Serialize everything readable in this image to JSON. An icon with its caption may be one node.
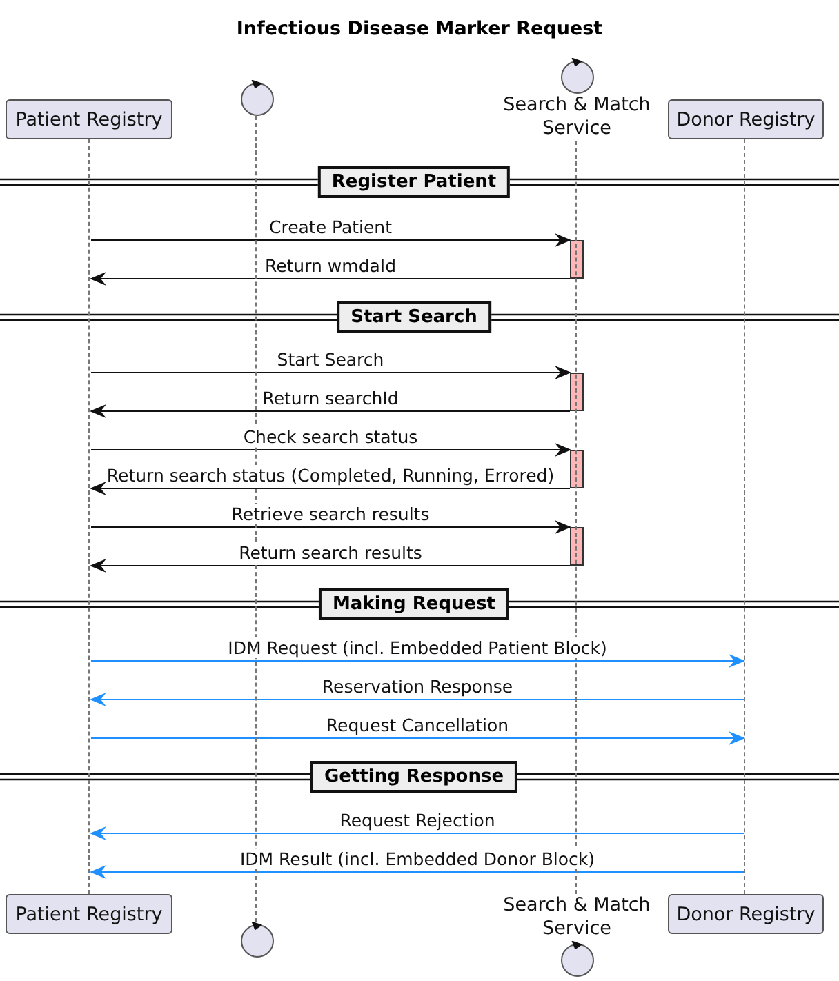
{
  "diagram": {
    "title": "Infectious Disease Marker Request",
    "nodes": [
      {
        "text": [
          "Patient Registry"
        ]
      },
      {
        "text": [],
        "shape": "circle"
      },
      {
        "text": [
          "Search & Match Service"
        ]
      },
      {
        "text": [
          "Donor Registry"
        ]
      },
      {
        "text": [
          "Patient Registry"
        ]
      },
      {
        "text": [],
        "shape": "circle"
      },
      {
        "text": [
          "Search & Match Service"
        ]
      },
      {
        "text": [
          "Donor Registry"
        ]
      },
      {
        "text": [],
        "shape": "bar"
      },
      {
        "text": [],
        "shape": "bar"
      },
      {
        "text": [],
        "shape": "bar"
      },
      {
        "text": [],
        "shape": "bar"
      },
      {
        "text": [],
        "shape": "line"
      },
      {
        "text": [],
        "shape": "line"
      },
      {
        "text": [],
        "shape": "line"
      },
      {
        "text": [],
        "shape": "line"
      }
    ],
    "edges": [
      {
        "from": 12,
        "to": 8,
        "arrow": "to",
        "label": "Create Patient"
      },
      {
        "from": 8,
        "to": 12,
        "arrow": "to",
        "label": "Return wmdaId"
      },
      {
        "from": 12,
        "to": 9,
        "arrow": "to",
        "label": "Start Search"
      },
      {
        "from": 9,
        "to": 12,
        "arrow": "to",
        "label": "Return searchId"
      },
      {
        "from": 12,
        "to": 10,
        "arrow": "to",
        "label": "Check search status"
      },
      {
        "from": 10,
        "to": 12,
        "arrow": "to",
        "label": "Return search status (Completed, Running, Errored)"
      },
      {
        "from": 12,
        "to": 11,
        "arrow": "to",
        "label": "Retrieve search results"
      },
      {
        "from": 11,
        "to": 12,
        "arrow": "to",
        "label": "Return search results"
      },
      {
        "from": 12,
        "to": 15,
        "arrow": "to",
        "label": "IDM Request (incl. Embedded Patient Block)",
        "color": "#1e90ff"
      },
      {
        "from": 15,
        "to": 12,
        "arrow": "to",
        "label": "Reservation Response",
        "color": "#1e90ff"
      },
      {
        "from": 12,
        "to": 15,
        "arrow": "to",
        "label": "Request Cancellation",
        "color": "#1e90ff"
      },
      {
        "from": 15,
        "to": 12,
        "arrow": "to",
        "label": "Request Rejection",
        "color": "#1e90ff"
      },
      {
        "from": 15,
        "to": 12,
        "arrow": "to",
        "label": "IDM Result (incl. Embedded Donor Block)",
        "color": "#1e90ff"
      }
    ],
    "labels": [
      "Register Patient",
      "Start Search",
      "Making Request",
      "Getting Response"
    ]
  }
}
